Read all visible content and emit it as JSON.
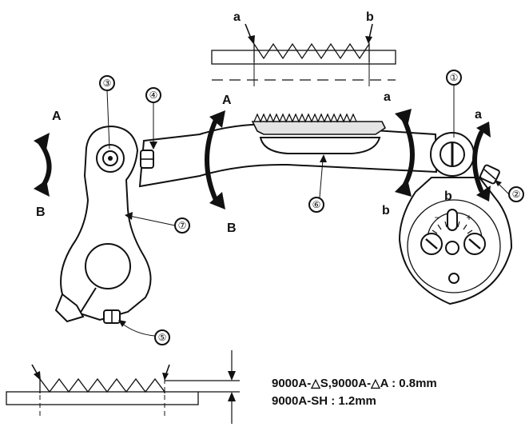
{
  "letters": {
    "a": "a",
    "b": "b",
    "A": "A",
    "B": "B"
  },
  "callouts": [
    "①",
    "②",
    "③",
    "④",
    "⑤",
    "⑥",
    "⑦"
  ],
  "notes": {
    "line1": "9000A-△S,9000A-△A : 0.8mm",
    "line2": "9000A-SH : 1.2mm"
  }
}
